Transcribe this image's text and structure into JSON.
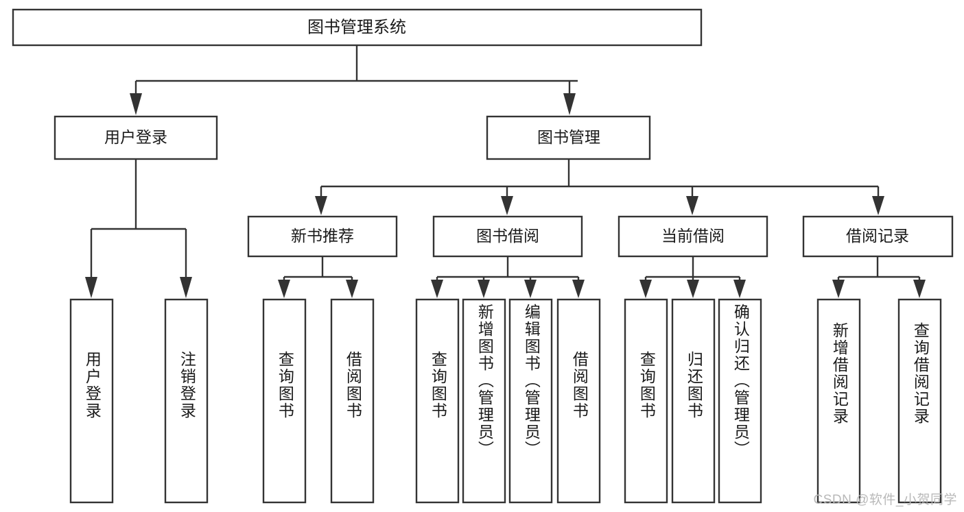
{
  "diagram": {
    "type": "tree-hierarchy",
    "title": "图书管理系统",
    "style": {
      "box_fill": "#ffffff",
      "box_stroke": "#333333",
      "text_color": "#1a1a1a",
      "background": "#ffffff",
      "watermark_color": "#b9b9b9"
    },
    "root": {
      "label": "图书管理系统"
    },
    "level2": [
      {
        "label": "用户登录"
      },
      {
        "label": "图书管理"
      }
    ],
    "level3": [
      {
        "label": "新书推荐"
      },
      {
        "label": "图书借阅"
      },
      {
        "label": "当前借阅"
      },
      {
        "label": "借阅记录"
      }
    ],
    "leaves_user_login": [
      {
        "label": "用户登录"
      },
      {
        "label": "注销登录"
      }
    ],
    "leaves_new_book": [
      {
        "label": "查询图书"
      },
      {
        "label": "借阅图书"
      }
    ],
    "leaves_borrow": [
      {
        "label": "查询图书"
      },
      {
        "label": "新增图书（管理员）"
      },
      {
        "label": "编辑图书（管理员）"
      },
      {
        "label": "借阅图书"
      }
    ],
    "leaves_current": [
      {
        "label": "查询图书"
      },
      {
        "label": "归还图书"
      },
      {
        "label": "确认归还（管理员）"
      }
    ],
    "leaves_records": [
      {
        "label": "新增借阅记录"
      },
      {
        "label": "查询借阅记录"
      }
    ],
    "watermark": "CSDN @软件_小贺同学"
  }
}
